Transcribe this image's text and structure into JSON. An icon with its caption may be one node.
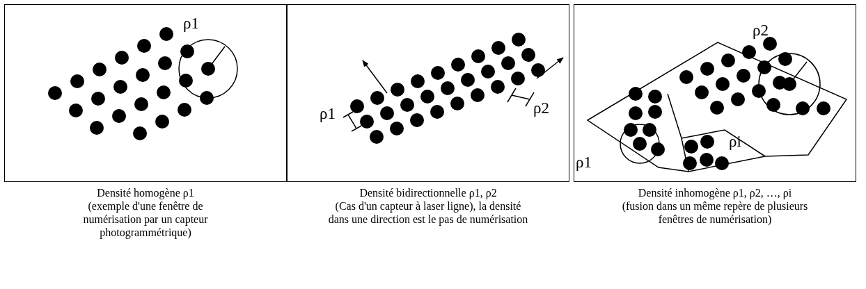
{
  "diagram": {
    "nodes": [
      {
        "text": [
          "ρ1"
        ],
        "beside": [
          "Densité homogène ρ1",
          "(exemple d'une fenêtre de numérisation par un capteur photogrammétrique)"
        ]
      },
      {
        "text": [
          "ρ1",
          "ρ2"
        ],
        "beside": [
          "Densité bidirectionnelle ρ1, ρ2",
          "(Cas d'un capteur à laser ligne), la densité dans une direction est le pas de numérisation"
        ]
      },
      {
        "text": [
          "ρ2",
          "ρ1",
          "ρi"
        ],
        "beside": [
          "Densité inhomogène ρ1, ρ2, …, ρi",
          "(fusion dans un même repère de plusieurs fenêtres de numérisation)"
        ]
      }
    ]
  }
}
